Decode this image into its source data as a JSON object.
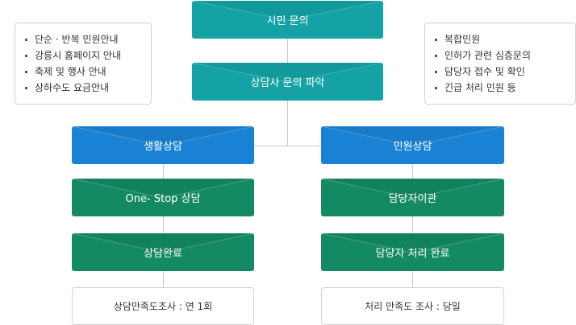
{
  "top": {
    "inquiry": "시민 문의",
    "analysis": "상담사 문의 파악"
  },
  "left_note": [
    "단순 · 반복 민원안내",
    "강릉시 홈페이지 안내",
    "축제 및 행사 안내",
    "상하수도 요금안내"
  ],
  "right_note": [
    "복합민원",
    "인허가 관련 심층문의",
    "담당자 접수 및 확인",
    "긴급 처리 민원 등"
  ],
  "left": {
    "branch": "생활상담",
    "step1": "One- Stop 상담",
    "step2": "상담완료",
    "survey": "상담만족도조사 : 연 1회"
  },
  "right": {
    "branch": "민원상담",
    "step1": "담당자이관",
    "step2": "담당자 처리 완료",
    "survey": "처리 만족도 조사 : 당일"
  },
  "colors": {
    "teal": "#14a2a4",
    "blue": "#1a82d4",
    "green": "#148a64",
    "border": "#d2d2d2",
    "connector": "#c8c8c8"
  }
}
